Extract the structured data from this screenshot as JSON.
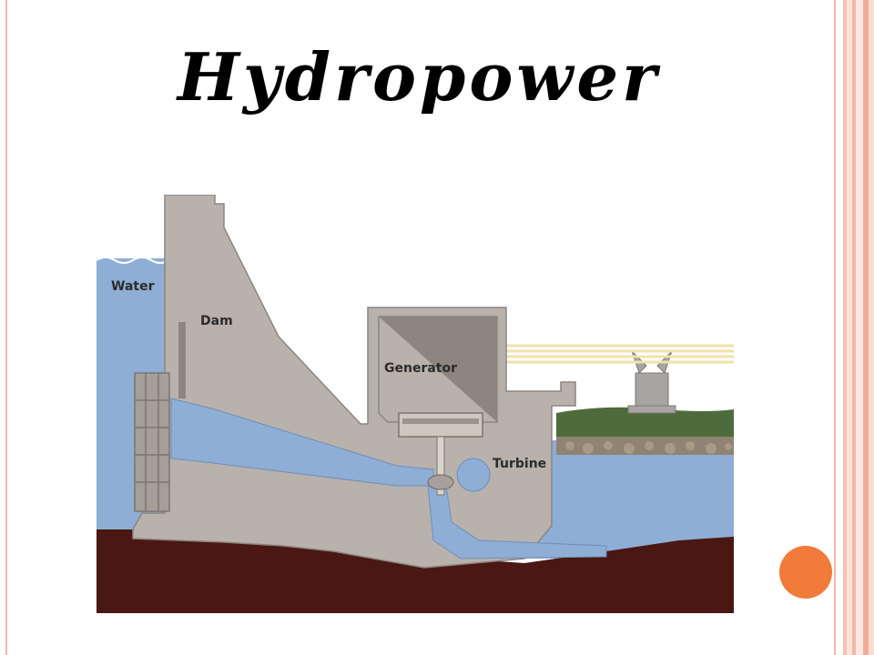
{
  "slide": {
    "title": "Hydropower"
  },
  "diagram": {
    "labels": {
      "water": "Water",
      "dam": "Dam",
      "generator": "Generator",
      "turbine": "Turbine"
    }
  },
  "colors": {
    "water": "#8eaed6",
    "concrete": "#b8b1ac",
    "ground": "#4a1712",
    "grass": "#4e6b3c",
    "power_lines": "#f0e2a8",
    "accent_circle": "#f27a3a",
    "border": "#f2b9a6"
  }
}
